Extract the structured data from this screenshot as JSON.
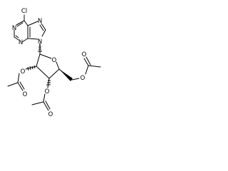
{
  "molecule": {
    "atom_labels": {
      "chlorine": "Cl",
      "purine_n1": "N",
      "purine_n3": "N",
      "purine_n7": "N",
      "purine_n9": "N",
      "ring_oxygen": "O",
      "o2_ester": "O",
      "o2_carbonyl": "O",
      "o3_ester": "O",
      "o3_carbonyl": "O",
      "o5_ester": "O",
      "o5_carbonyl": "O"
    },
    "colors": {
      "bond": "#000000",
      "label": "#000000",
      "background": "#ffffff"
    }
  }
}
